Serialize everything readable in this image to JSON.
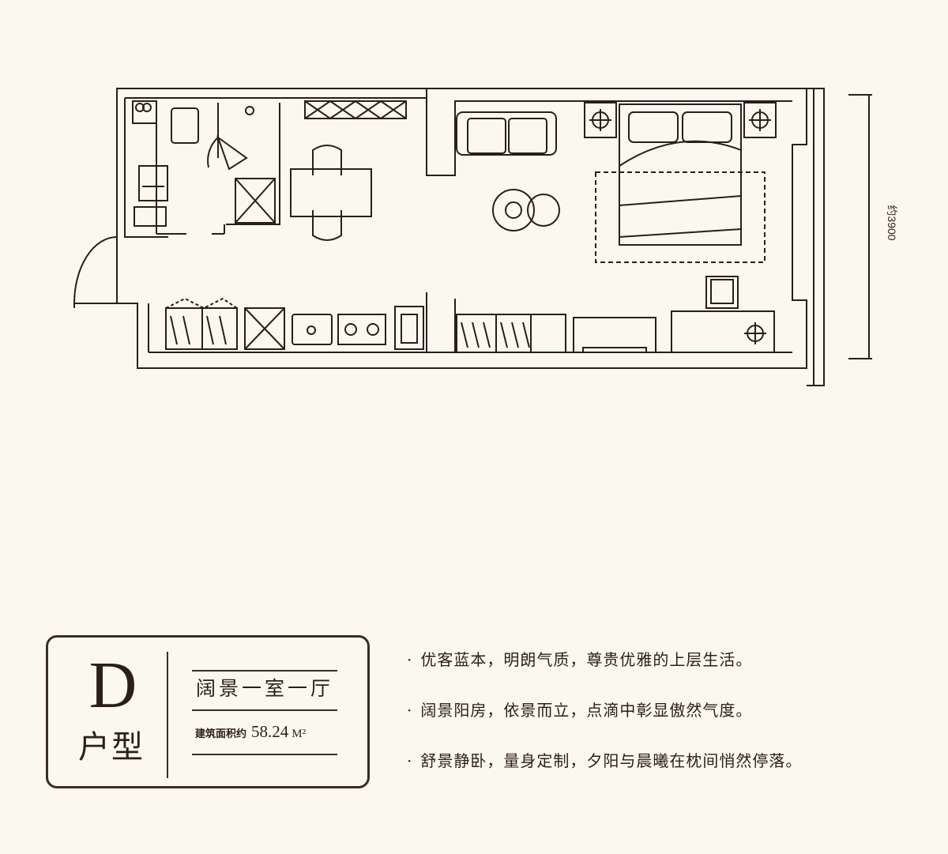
{
  "floorplan": {
    "dimension_label": "约3900"
  },
  "unit_card": {
    "type_letter": "D",
    "type_label": "户型",
    "layout_name": "阔景一室一厅",
    "area_label": "建筑面积约",
    "area_value": "58.24",
    "area_unit": "M²"
  },
  "features": [
    {
      "bullet": "·",
      "text": "优客蓝本，明朗气质，尊贵优雅的上层生活。"
    },
    {
      "bullet": "·",
      "text": "阔景阳房，依景而立，点滴中彰显傲然气度。"
    },
    {
      "bullet": "·",
      "text": "舒景静卧，量身定制，夕阳与晨曦在枕间悄然停落。"
    }
  ],
  "colors": {
    "background": "#fbf8ef",
    "line": "#2a1f1a",
    "card_border": "#3a2d28"
  }
}
